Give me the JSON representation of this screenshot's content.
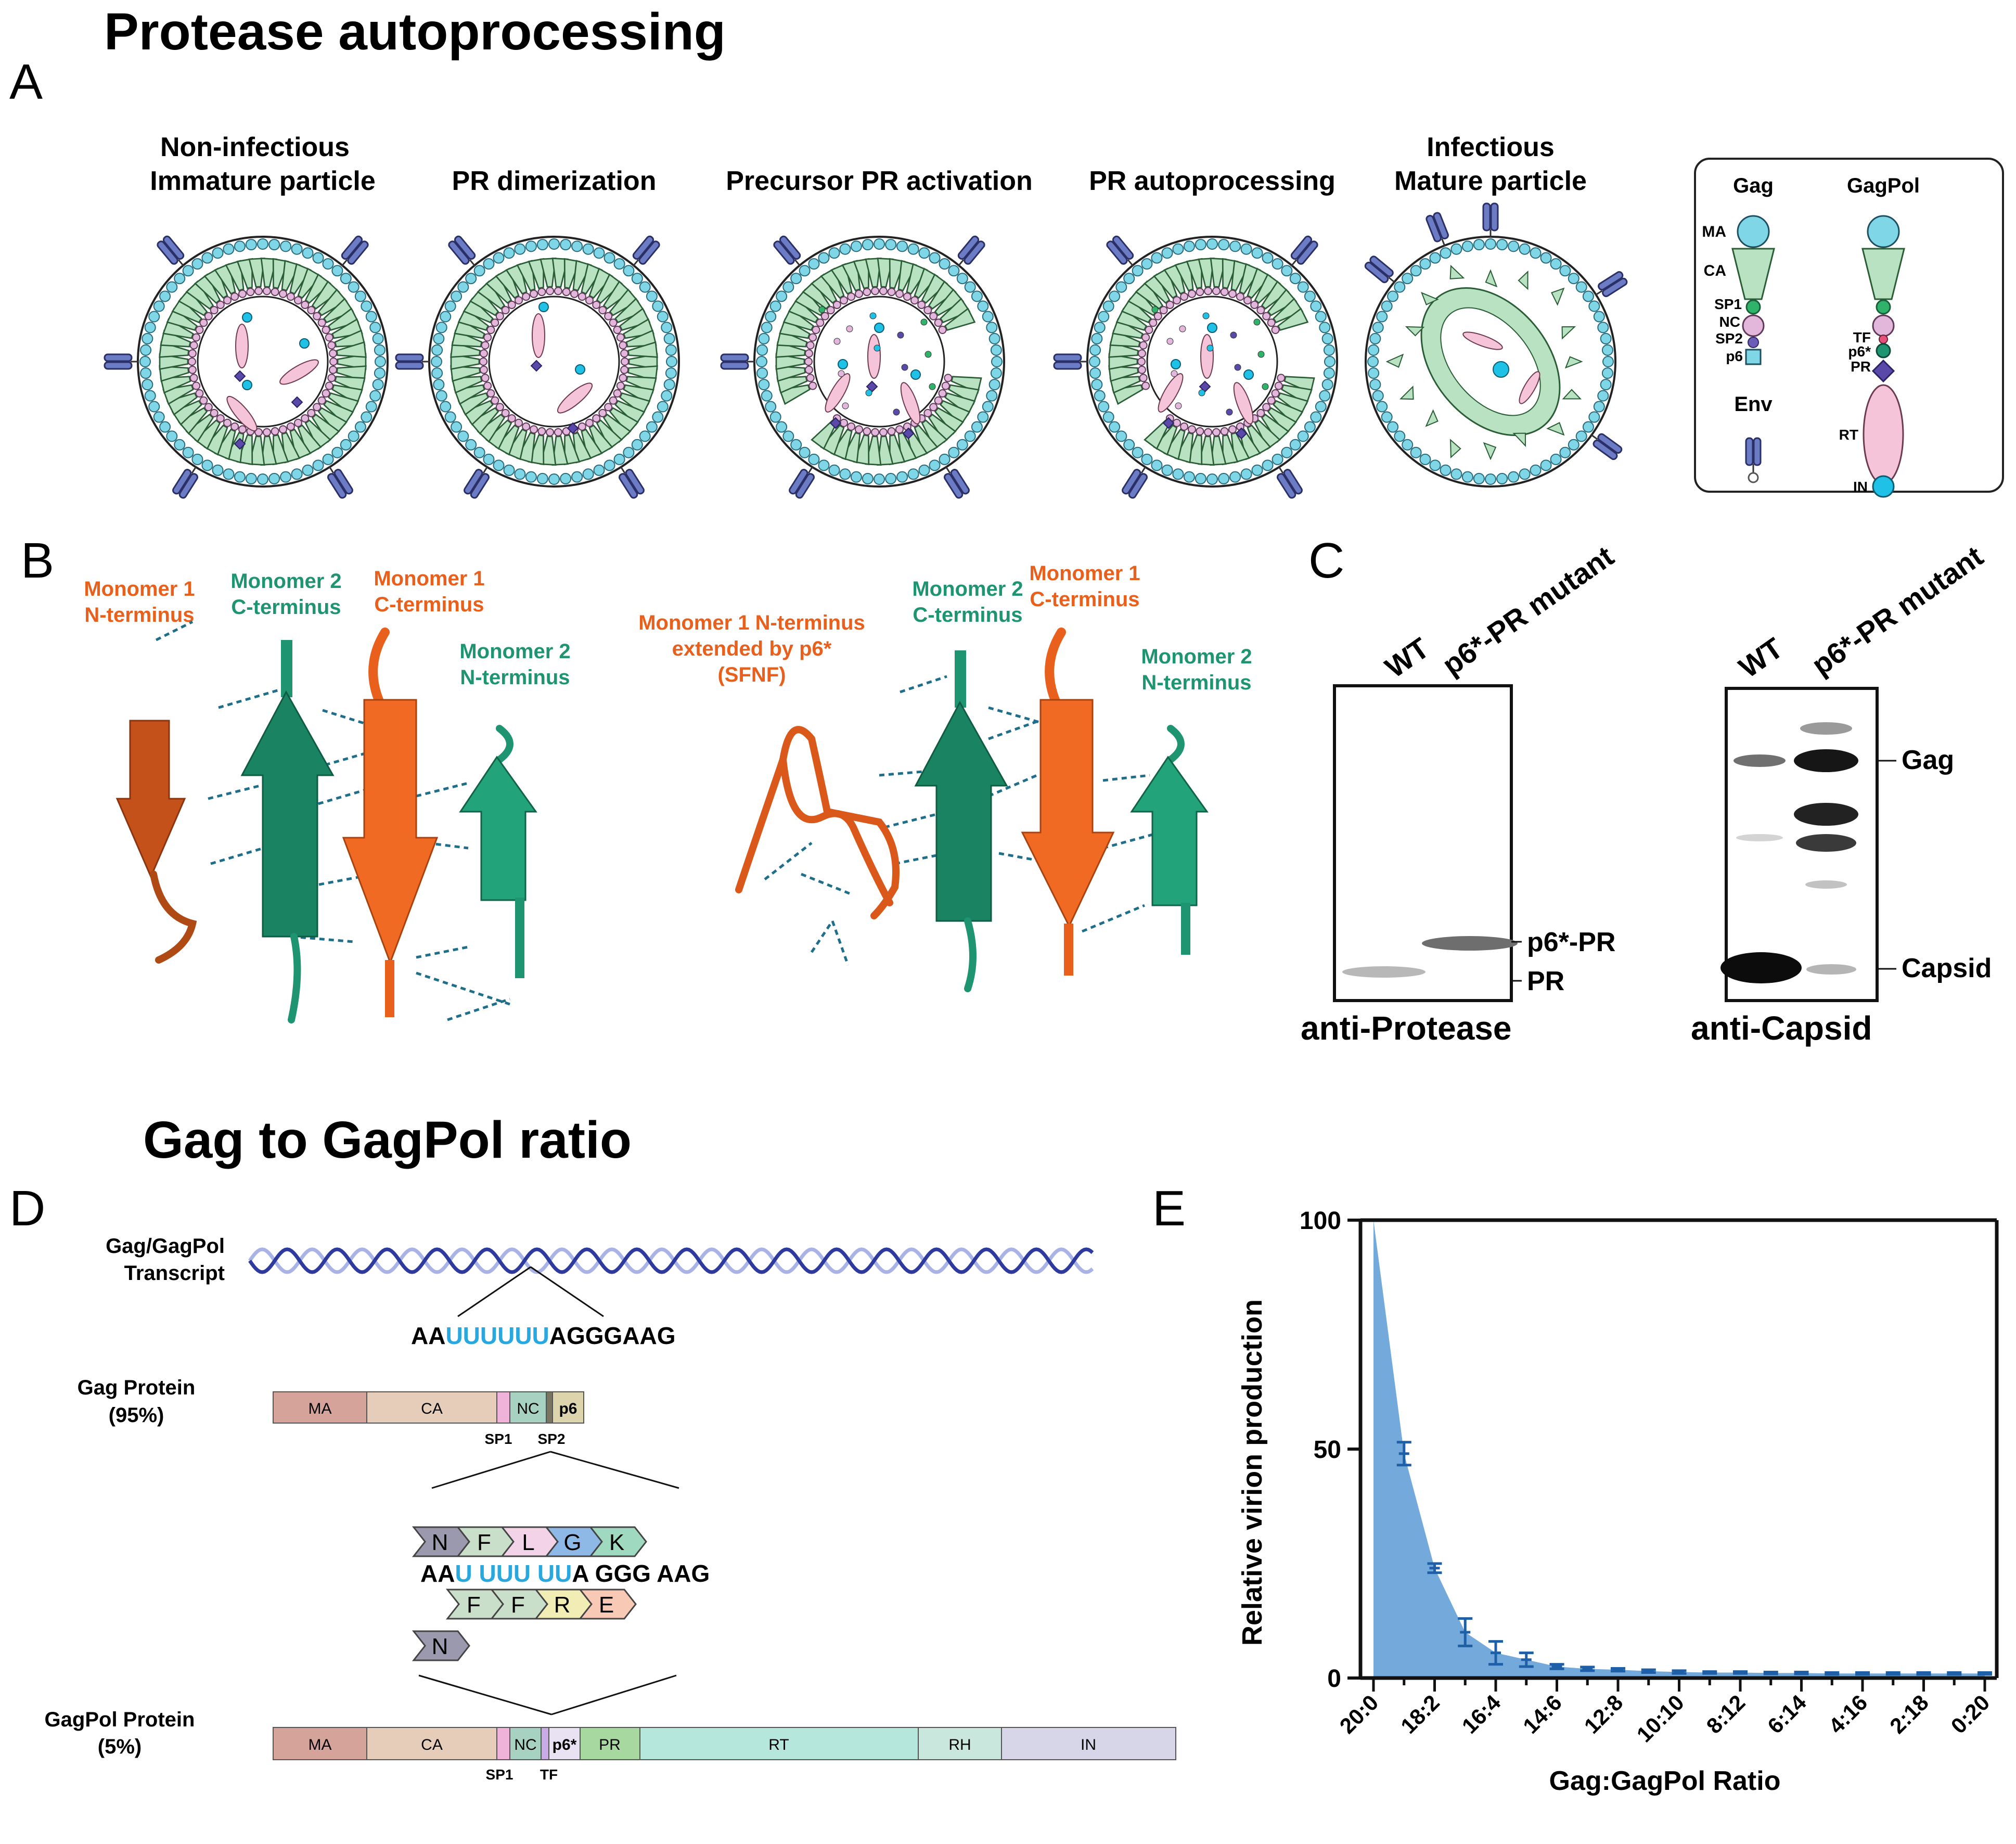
{
  "panel_a": {
    "heading": "Protease autoprocessing",
    "letter": "A",
    "stage_labels": [
      {
        "line1": "Non-infectious",
        "line2": "Immature particle"
      },
      {
        "line1": "",
        "line2": "PR dimerization"
      },
      {
        "line1": "",
        "line2": "Precursor PR activation"
      },
      {
        "line1": "",
        "line2": "PR autoprocessing"
      },
      {
        "line1": "Infectious",
        "line2": "Mature particle"
      }
    ],
    "legend": {
      "gag_title": "Gag",
      "gagpol_title": "GagPol",
      "env_title": "Env",
      "gag_domains": [
        "MA",
        "CA",
        "SP1",
        "NC",
        "SP2",
        "p6"
      ],
      "gagpol_domains": [
        "TF",
        "p6*",
        "PR",
        "RT",
        "IN"
      ]
    }
  },
  "panel_b": {
    "letter": "B",
    "left": {
      "m1_n": [
        "Monomer 1",
        "N-terminus"
      ],
      "m2_c": [
        "Monomer 2",
        "C-terminus"
      ],
      "m1_c": [
        "Monomer 1",
        "C-terminus"
      ],
      "m2_n": [
        "Monomer 2",
        "N-terminus"
      ]
    },
    "right": {
      "m1_n_ext": [
        "Monomer 1 N-terminus",
        "extended by p6*",
        "(SFNF)"
      ],
      "m2_c": [
        "Monomer 2",
        "C-terminus"
      ],
      "m1_c": [
        "Monomer 1",
        "C-terminus"
      ],
      "m2_n": [
        "Monomer 2",
        "N-terminus"
      ]
    },
    "colors": {
      "monomer1": "#e8601c",
      "monomer2": "#1e9470",
      "hbond": "#1f6f8b"
    }
  },
  "panel_c": {
    "letter": "C",
    "blot1": {
      "lanes": [
        "WT",
        "p6*-PR mutant"
      ],
      "band_labels": [
        "p6*-PR",
        "PR"
      ],
      "caption": "anti-Protease"
    },
    "blot2": {
      "lanes": [
        "WT",
        "p6*-PR mutant"
      ],
      "band_labels": [
        "Gag",
        "Capsid"
      ],
      "caption": "anti-Capsid"
    }
  },
  "panel_d": {
    "heading": "Gag to GagPol ratio",
    "letter": "D",
    "transcript_label": [
      "Gag/GagPol",
      "Transcript"
    ],
    "slippery_seq": {
      "pre": "AA",
      "slip": "UUUUUU",
      "post": "AGGGAAG"
    },
    "gag_label": [
      "Gag Protein",
      "(95%)"
    ],
    "gag_domains": [
      "MA",
      "CA",
      "NC",
      "p6"
    ],
    "gag_sublabels": [
      "SP1",
      "SP2"
    ],
    "frame0_aa": [
      "N",
      "F",
      "L",
      "G",
      "K"
    ],
    "codon_seq": {
      "a": "AA",
      "b": "U",
      "c": "UUU",
      "d": "UU",
      "e": "A",
      "f": "GGG AAG"
    },
    "frame1_aa": [
      "F",
      "F",
      "R",
      "E"
    ],
    "frame2_aa": [
      "N"
    ],
    "gagpol_label": [
      "GagPol Protein",
      "(5%)"
    ],
    "gagpol_domains": [
      "MA",
      "CA",
      "NC",
      "p6*",
      "PR",
      "RT",
      "RH",
      "IN"
    ],
    "gagpol_sublabels": [
      "SP1",
      "TF"
    ],
    "colors": {
      "slip": "#29a8e0"
    }
  },
  "panel_e": {
    "letter": "E",
    "chart_data": {
      "type": "area",
      "categories": [
        "20:0",
        "19:1",
        "18:2",
        "17:3",
        "16:4",
        "15:5",
        "14:6",
        "13:7",
        "12:8",
        "11:9",
        "10:10",
        "9:11",
        "8:12",
        "7:13",
        "6:14",
        "5:15",
        "4:16",
        "3:17",
        "2:18",
        "1:19",
        "0:20"
      ],
      "tick_labels": [
        "20:0",
        "18:2",
        "16:4",
        "14:6",
        "12:8",
        "10:10",
        "8:12",
        "6:14",
        "4:16",
        "2:18",
        "0:20"
      ],
      "series": [
        {
          "values": [
            100,
            49,
            24,
            10,
            5.5,
            4,
            2.5,
            2,
            1.8,
            1.5,
            1.3,
            1.2,
            1.2,
            1.1,
            1.1,
            1,
            1,
            1,
            1,
            1,
            1
          ],
          "error": [
            0,
            2.5,
            1,
            3,
            2.5,
            1.5,
            0.5,
            0.4,
            0.3,
            0.3,
            0.3,
            0.2,
            0.2,
            0.2,
            0.2,
            0.2,
            0.2,
            0.2,
            0.2,
            0.2,
            0.2
          ]
        }
      ],
      "xlabel": "Gag:GagPol Ratio",
      "ylabel": "Relative virion production",
      "yticks": [
        0,
        50,
        100
      ],
      "ylim": [
        0,
        100
      ],
      "fill_color": "#5b9bd5",
      "error_color": "#1f5fa8"
    }
  }
}
